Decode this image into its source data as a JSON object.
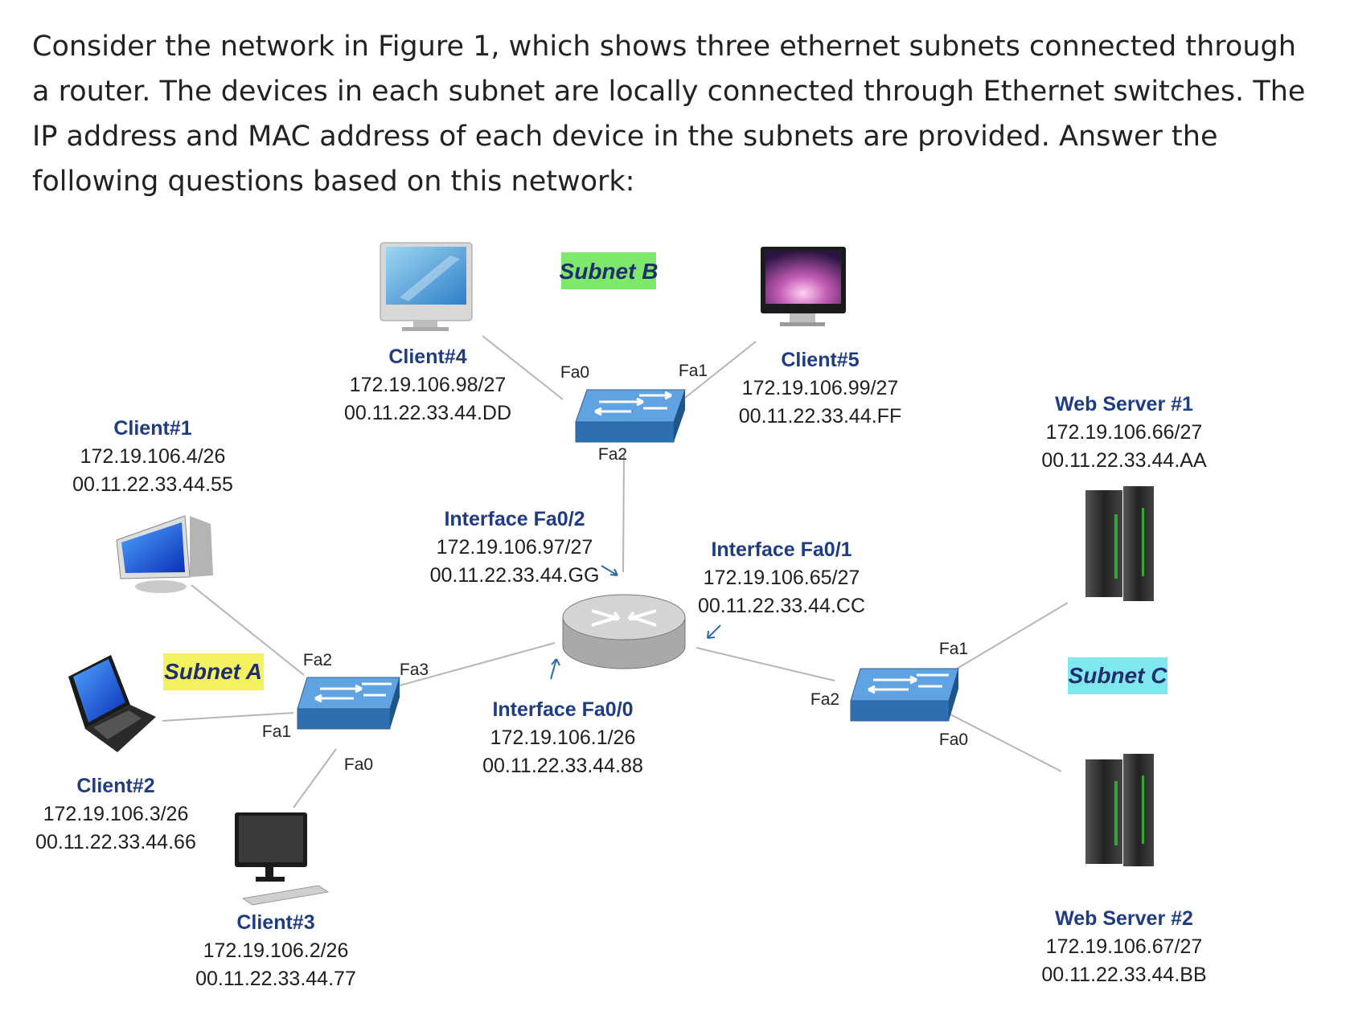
{
  "intro_text": "Consider the network in Figure 1, which shows three ethernet subnets connected through a router. The devices in each subnet are locally connected through Ethernet switches. The IP address and MAC address of each device in the subnets are provided. Answer the following questions based on this network:",
  "subnets": {
    "a": {
      "label": "Subnet A",
      "color": "#f5f261"
    },
    "b": {
      "label": "Subnet B",
      "color": "#7ee86b"
    },
    "c": {
      "label": "Subnet C",
      "color": "#7ee8ee"
    }
  },
  "devices": {
    "client1": {
      "name": "Client#1",
      "ip": "172.19.106.4/26",
      "mac": "00.11.22.33.44.55"
    },
    "client2": {
      "name": "Client#2",
      "ip": "172.19.106.3/26",
      "mac": "00.11.22.33.44.66"
    },
    "client3": {
      "name": "Client#3",
      "ip": "172.19.106.2/26",
      "mac": "00.11.22.33.44.77"
    },
    "client4": {
      "name": "Client#4",
      "ip": "172.19.106.98/27",
      "mac": "00.11.22.33.44.DD"
    },
    "client5": {
      "name": "Client#5",
      "ip": "172.19.106.99/27",
      "mac": "00.11.22.33.44.FF"
    },
    "web1": {
      "name": "Web Server #1",
      "ip": "172.19.106.66/27",
      "mac": "00.11.22.33.44.AA"
    },
    "web2": {
      "name": "Web Server #2",
      "ip": "172.19.106.67/27",
      "mac": "00.11.22.33.44.BB"
    }
  },
  "router_interfaces": {
    "fa0_0": {
      "name": "Interface Fa0/0",
      "ip": "172.19.106.1/26",
      "mac": "00.11.22.33.44.88"
    },
    "fa0_1": {
      "name": "Interface Fa0/1",
      "ip": "172.19.106.65/27",
      "mac": "00.11.22.33.44.CC"
    },
    "fa0_2": {
      "name": "Interface Fa0/2",
      "ip": "172.19.106.97/27",
      "mac": "00.11.22.33.44.GG"
    }
  },
  "ports": {
    "swa_fa2": "Fa2",
    "swa_fa3": "Fa3",
    "swa_fa1": "Fa1",
    "swa_fa0": "Fa0",
    "swb_fa0": "Fa0",
    "swb_fa1": "Fa1",
    "swb_fa2": "Fa2",
    "swc_fa1": "Fa1",
    "swc_fa2": "Fa2",
    "swc_fa0": "Fa0"
  },
  "colors": {
    "switch": "#3d86cf",
    "router": "#c9c9c9",
    "link": "#b5b5b5",
    "label_name": "#1f3c82"
  }
}
